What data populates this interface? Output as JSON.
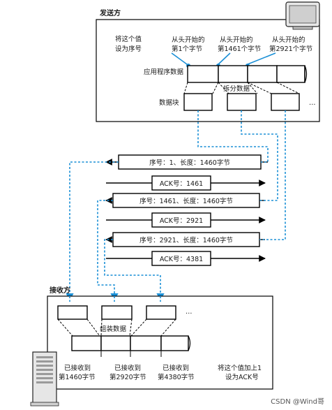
{
  "sender": {
    "title": "发送方",
    "note_line1": "将这个值",
    "note_line2": "设为序号",
    "pointer1_line1": "从头开始的",
    "pointer1_line2": "第1个字节",
    "pointer2_line1": "从头开始的",
    "pointer2_line2": "第1461个字节",
    "pointer3_line1": "从头开始的",
    "pointer3_line2": "第2921个字节",
    "app_data_label": "应用程序数据",
    "split_label": "拆分数据",
    "chunk_label": "数据块",
    "ellipsis": "…"
  },
  "messages": [
    {
      "text": "序号：1、长度：1460字节",
      "direction": "left"
    },
    {
      "text": "ACK号：1461",
      "direction": "right"
    },
    {
      "text": "序号：1461、长度：1460字节",
      "direction": "left"
    },
    {
      "text": "ACK号：2921",
      "direction": "right"
    },
    {
      "text": "序号：2921、长度：1460字节",
      "direction": "left"
    },
    {
      "text": "ACK号：4381",
      "direction": "right"
    }
  ],
  "receiver": {
    "title": "接收方",
    "assemble_label": "组装数据",
    "received1_line1": "已接收到",
    "received1_line2": "第1460字节",
    "received2_line1": "已接收到",
    "received2_line2": "第2920字节",
    "received3_line1": "已接收到",
    "received3_line2": "第4380字节",
    "note_line1": "将这个值加上1",
    "note_line2": "设为ACK号",
    "ellipsis": "…"
  },
  "watermark": "CSDN @Wind哥",
  "colors": {
    "accent": "#1a8fd6",
    "line": "#000000"
  }
}
